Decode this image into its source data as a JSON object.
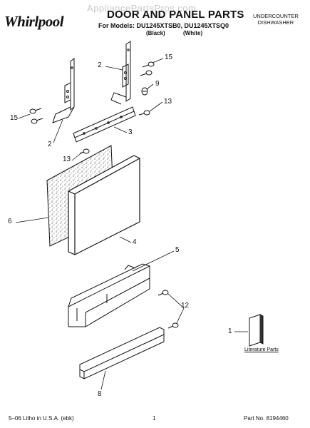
{
  "header": {
    "brand": "Whirlpool",
    "watermark": "AppliancePartsPros.com",
    "title": "DOOR AND PANEL PARTS",
    "models_line": "For Models: DU1245XTSB0, DU1245XTSQ0",
    "variant_black": "(Black)",
    "variant_white": "(White)",
    "product_line1": "UNDERCOUNTER",
    "product_line2": "DISHWASHER"
  },
  "callouts": {
    "c1": "1",
    "c2a": "2",
    "c2b": "2",
    "c3": "3",
    "c4": "4",
    "c5": "5",
    "c6": "6",
    "c8": "8",
    "c9": "9",
    "c12": "12",
    "c13a": "13",
    "c13b": "13",
    "c15a": "15",
    "c15b": "15"
  },
  "literature": "Literature Parts",
  "footer": {
    "left": "5–06 Litho in U.S.A. (ebk)",
    "center": "1",
    "right": "Part No. 8194460"
  },
  "colors": {
    "line": "#111111",
    "watermark": "#c8c8c8"
  }
}
